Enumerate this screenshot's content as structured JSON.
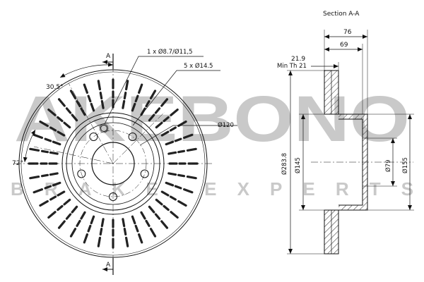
{
  "section_title": "Section A-A",
  "section_marker": "A",
  "watermark": {
    "brand": "AKEBONO",
    "tagline": "BRAKE EXPERTS"
  },
  "front_view": {
    "angle_top": "30.5°",
    "angle_left": "72°",
    "hole_large": "1 x Ø8.7/Ø11,5",
    "hole_bolts": "5 x Ø14.5",
    "pcd": "Ø120"
  },
  "section_view": {
    "width_total": "76",
    "width_hat": "69",
    "thickness": "21.9",
    "min_thickness": "Min Th 21",
    "outer_diameter": "Ø283.8",
    "hat_diameter": "Ø145",
    "flange_diameter": "Ø155",
    "center_bore": "Ø79"
  }
}
